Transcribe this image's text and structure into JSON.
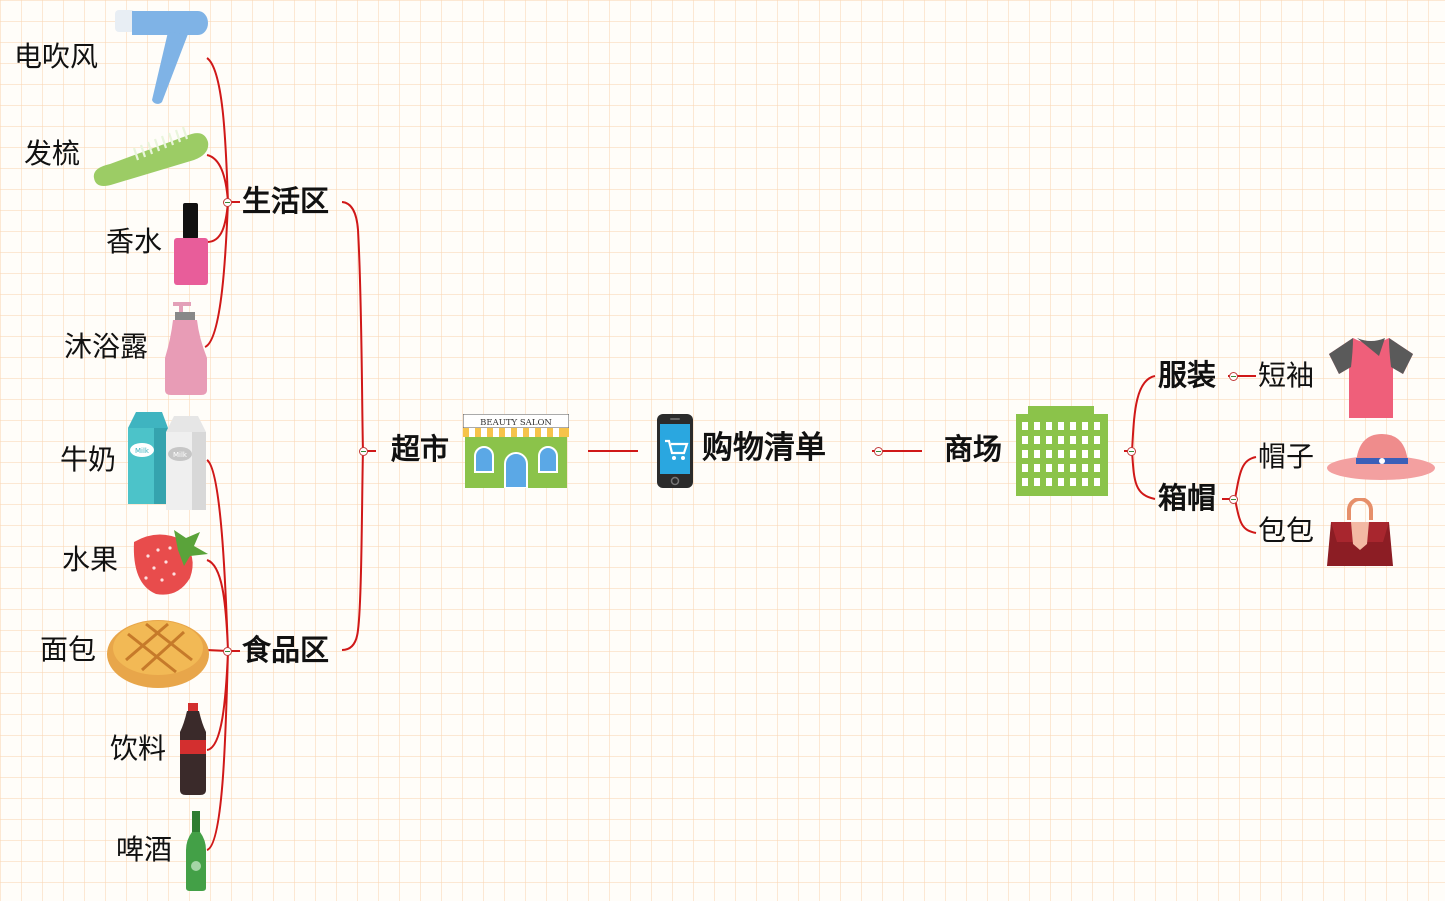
{
  "center": {
    "label": "购物清单"
  },
  "branches": {
    "supermarket": {
      "label": "超市",
      "sign": "BEAUTY SALON",
      "groups": {
        "living": {
          "label": "生活区",
          "items": [
            "电吹风",
            "发梳",
            "香水",
            "沐浴露"
          ]
        },
        "food": {
          "label": "食品区",
          "items": [
            "牛奶",
            "水果",
            "面包",
            "饮料",
            "啤酒"
          ]
        }
      },
      "milk_text": "Milk"
    },
    "mall": {
      "label": "商场",
      "groups": {
        "clothing": {
          "label": "服装",
          "items": [
            "短袖"
          ]
        },
        "bags": {
          "label": "箱帽",
          "items": [
            "帽子",
            "包包"
          ]
        }
      }
    }
  },
  "colors": {
    "connector": "#d01818",
    "grid": "#fad6b4",
    "background": "#fffdf9"
  },
  "icons": [
    "hair-dryer-icon",
    "comb-icon",
    "perfume-icon",
    "shower-gel-icon",
    "milk-icon",
    "strawberry-icon",
    "bread-icon",
    "cola-icon",
    "beer-icon",
    "store-icon",
    "phone-cart-icon",
    "mall-building-icon",
    "tshirt-icon",
    "hat-icon",
    "handbag-icon"
  ]
}
